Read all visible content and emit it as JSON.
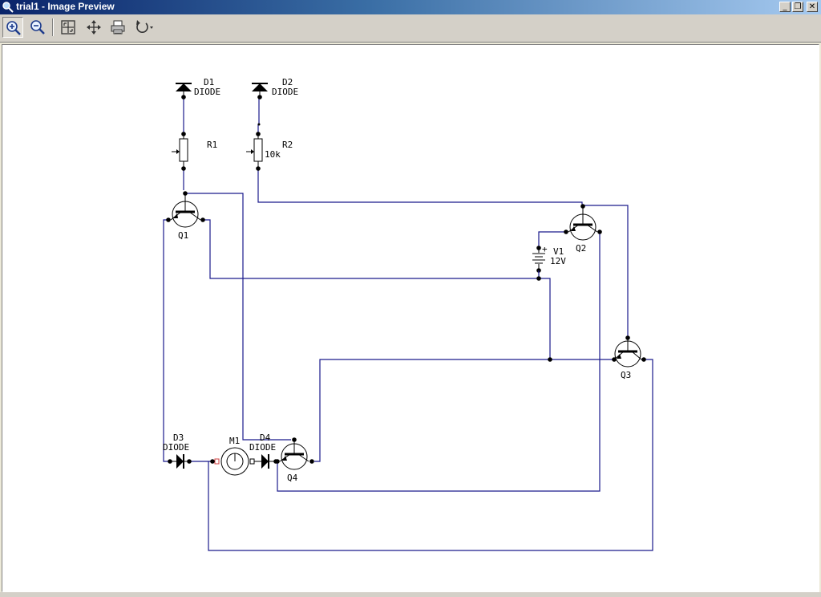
{
  "window": {
    "title": "trial1 - Image Preview"
  },
  "toolbar": {
    "buttons": [
      {
        "icon": "zoom-in-icon",
        "active": true
      },
      {
        "icon": "zoom-out-icon",
        "active": false
      },
      {
        "icon": "fit-to-window-icon",
        "active": false
      },
      {
        "icon": "move-pan-icon",
        "active": false
      },
      {
        "icon": "print-icon",
        "active": false
      },
      {
        "icon": "rotate-icon",
        "active": false
      }
    ]
  },
  "colors": {
    "wire": "#1a1a8c",
    "component": "#000000",
    "titlebar_start": "#0a246a",
    "titlebar_end": "#a6caf0"
  },
  "schematic": {
    "d1": {
      "ref": "D1",
      "type": "DIODE"
    },
    "d2": {
      "ref": "D2",
      "type": "DIODE"
    },
    "r1": {
      "ref": "R1"
    },
    "r2": {
      "ref": "R2",
      "value": "10k"
    },
    "q1": {
      "ref": "Q1"
    },
    "q2": {
      "ref": "Q2"
    },
    "q3": {
      "ref": "Q3"
    },
    "q4": {
      "ref": "Q4"
    },
    "v1": {
      "ref": "V1",
      "value": "12V",
      "plus": "+"
    },
    "d3": {
      "ref": "D3",
      "type": "DIODE"
    },
    "d4": {
      "ref": "D4",
      "type": "DIODE"
    },
    "m1": {
      "ref": "M1"
    }
  }
}
